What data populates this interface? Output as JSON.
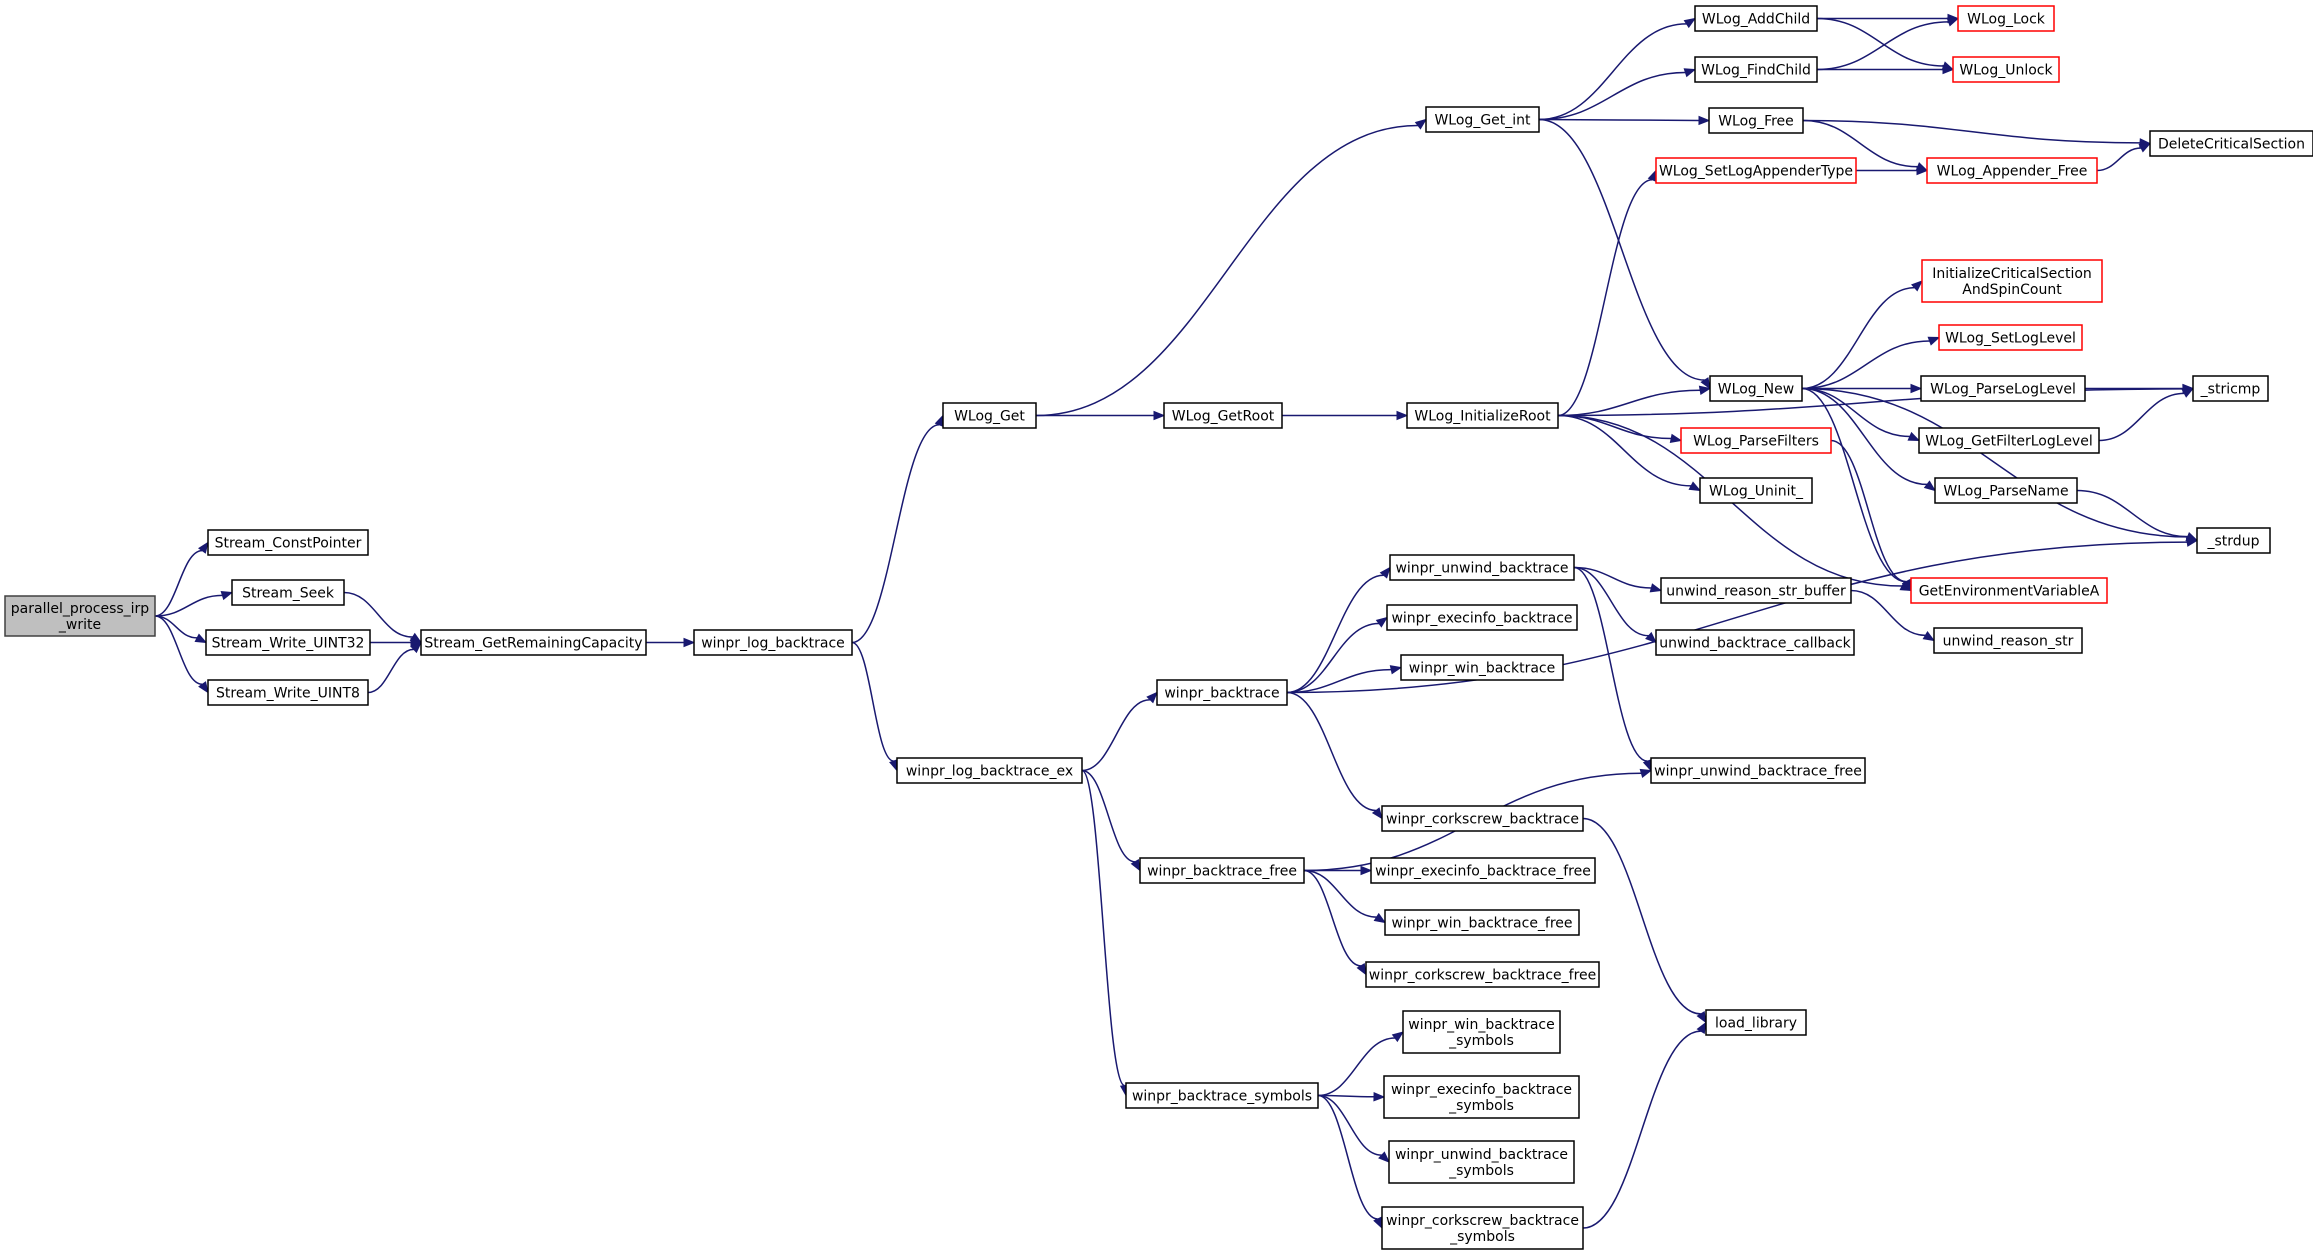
{
  "colors": {
    "edge": "#191970",
    "node_border": "#000000",
    "node_border_truncated": "#ff0000",
    "root_fill": "#bfbfbf",
    "background": "#ffffff"
  },
  "nodes": {
    "n_parallel": {
      "label": "parallel_process_irp\n_write",
      "root": true
    },
    "n_constptr": {
      "label": "Stream_ConstPointer"
    },
    "n_seek": {
      "label": "Stream_Seek"
    },
    "n_wuint32": {
      "label": "Stream_Write_UINT32"
    },
    "n_wuint8": {
      "label": "Stream_Write_UINT8"
    },
    "n_remcap": {
      "label": "Stream_GetRemainingCapacity"
    },
    "n_logbt": {
      "label": "winpr_log_backtrace"
    },
    "n_wlogget": {
      "label": "WLog_Get"
    },
    "n_logbtex": {
      "label": "winpr_log_backtrace_ex"
    },
    "n_getroot": {
      "label": "WLog_GetRoot"
    },
    "n_initroot": {
      "label": "WLog_InitializeRoot"
    },
    "n_getint": {
      "label": "WLog_Get_int"
    },
    "n_addchild": {
      "label": "WLog_AddChild"
    },
    "n_findchild": {
      "label": "WLog_FindChild"
    },
    "n_free": {
      "label": "WLog_Free"
    },
    "n_lock": {
      "label": "WLog_Lock",
      "truncated": true
    },
    "n_unlock": {
      "label": "WLog_Unlock",
      "truncated": true
    },
    "n_delcs": {
      "label": "DeleteCriticalSection"
    },
    "n_setappender": {
      "label": "WLog_SetLogAppenderType",
      "truncated": true
    },
    "n_appfree": {
      "label": "WLog_Appender_Free",
      "truncated": true
    },
    "n_initcs": {
      "label": "InitializeCriticalSection\nAndSpinCount",
      "truncated": true
    },
    "n_setlevel": {
      "label": "WLog_SetLogLevel",
      "truncated": true
    },
    "n_new": {
      "label": "WLog_New"
    },
    "n_parselevel": {
      "label": "WLog_ParseLogLevel"
    },
    "n_getfilter": {
      "label": "WLog_GetFilterLogLevel"
    },
    "n_parsefilters": {
      "label": "WLog_ParseFilters",
      "truncated": true
    },
    "n_parsename": {
      "label": "WLog_ParseName"
    },
    "n_uninit": {
      "label": "WLog_Uninit_"
    },
    "n_stricmp": {
      "label": "_stricmp"
    },
    "n_strdup": {
      "label": "_strdup"
    },
    "n_getenv": {
      "label": "GetEnvironmentVariableA",
      "truncated": true
    },
    "n_unwindbt": {
      "label": "winpr_unwind_backtrace"
    },
    "n_reasonbuf": {
      "label": "unwind_reason_str_buffer"
    },
    "n_reasonstr": {
      "label": "unwind_reason_str"
    },
    "n_btcallback": {
      "label": "unwind_backtrace_callback"
    },
    "n_execbt": {
      "label": "winpr_execinfo_backtrace"
    },
    "n_winbt": {
      "label": "winpr_win_backtrace"
    },
    "n_bt": {
      "label": "winpr_backtrace"
    },
    "n_unwindfree": {
      "label": "winpr_unwind_backtrace_free"
    },
    "n_corkbt": {
      "label": "winpr_corkscrew_backtrace"
    },
    "n_btfree": {
      "label": "winpr_backtrace_free"
    },
    "n_execfree": {
      "label": "winpr_execinfo_backtrace_free"
    },
    "n_winfree": {
      "label": "winpr_win_backtrace_free"
    },
    "n_corkfree": {
      "label": "winpr_corkscrew_backtrace_free"
    },
    "n_loadlib": {
      "label": "load_library"
    },
    "n_btsym": {
      "label": "winpr_backtrace_symbols"
    },
    "n_winsym": {
      "label": "winpr_win_backtrace\n_symbols"
    },
    "n_execsym": {
      "label": "winpr_execinfo_backtrace\n_symbols"
    },
    "n_unwindsym": {
      "label": "winpr_unwind_backtrace\n_symbols"
    },
    "n_corksym": {
      "label": "winpr_corkscrew_backtrace\n_symbols"
    }
  },
  "edges": [
    [
      "n_parallel",
      "n_constptr"
    ],
    [
      "n_parallel",
      "n_seek"
    ],
    [
      "n_parallel",
      "n_wuint32"
    ],
    [
      "n_parallel",
      "n_wuint8"
    ],
    [
      "n_seek",
      "n_remcap"
    ],
    [
      "n_wuint32",
      "n_remcap"
    ],
    [
      "n_wuint8",
      "n_remcap"
    ],
    [
      "n_remcap",
      "n_logbt"
    ],
    [
      "n_logbt",
      "n_wlogget"
    ],
    [
      "n_logbt",
      "n_logbtex"
    ],
    [
      "n_wlogget",
      "n_getroot"
    ],
    [
      "n_wlogget",
      "n_getint"
    ],
    [
      "n_getroot",
      "n_initroot"
    ],
    [
      "n_getint",
      "n_addchild"
    ],
    [
      "n_getint",
      "n_findchild"
    ],
    [
      "n_getint",
      "n_free"
    ],
    [
      "n_getint",
      "n_new"
    ],
    [
      "n_addchild",
      "n_lock"
    ],
    [
      "n_addchild",
      "n_unlock"
    ],
    [
      "n_findchild",
      "n_lock"
    ],
    [
      "n_findchild",
      "n_unlock"
    ],
    [
      "n_free",
      "n_delcs"
    ],
    [
      "n_free",
      "n_appfree"
    ],
    [
      "n_setappender",
      "n_appfree"
    ],
    [
      "n_appfree",
      "n_delcs"
    ],
    [
      "n_initroot",
      "n_setappender"
    ],
    [
      "n_initroot",
      "n_stricmp"
    ],
    [
      "n_initroot",
      "n_new"
    ],
    [
      "n_initroot",
      "n_parsefilters"
    ],
    [
      "n_initroot",
      "n_uninit"
    ],
    [
      "n_initroot",
      "n_getenv"
    ],
    [
      "n_new",
      "n_initcs"
    ],
    [
      "n_new",
      "n_setlevel"
    ],
    [
      "n_new",
      "n_parselevel"
    ],
    [
      "n_new",
      "n_getfilter"
    ],
    [
      "n_new",
      "n_parsename"
    ],
    [
      "n_new",
      "n_strdup"
    ],
    [
      "n_new",
      "n_getenv"
    ],
    [
      "n_parselevel",
      "n_stricmp"
    ],
    [
      "n_getfilter",
      "n_stricmp"
    ],
    [
      "n_parsename",
      "n_strdup"
    ],
    [
      "n_parsefilters",
      "n_getenv"
    ],
    [
      "n_logbtex",
      "n_bt"
    ],
    [
      "n_logbtex",
      "n_btfree"
    ],
    [
      "n_logbtex",
      "n_btsym"
    ],
    [
      "n_bt",
      "n_unwindbt"
    ],
    [
      "n_bt",
      "n_execbt"
    ],
    [
      "n_bt",
      "n_winbt"
    ],
    [
      "n_bt",
      "n_corkbt"
    ],
    [
      "n_bt",
      "n_strdup"
    ],
    [
      "n_unwindbt",
      "n_reasonbuf"
    ],
    [
      "n_unwindbt",
      "n_btcallback"
    ],
    [
      "n_unwindbt",
      "n_unwindfree"
    ],
    [
      "n_reasonbuf",
      "n_reasonstr"
    ],
    [
      "n_corkbt",
      "n_loadlib"
    ],
    [
      "n_btfree",
      "n_unwindfree"
    ],
    [
      "n_btfree",
      "n_execfree"
    ],
    [
      "n_btfree",
      "n_winfree"
    ],
    [
      "n_btfree",
      "n_corkfree"
    ],
    [
      "n_btsym",
      "n_winsym"
    ],
    [
      "n_btsym",
      "n_execsym"
    ],
    [
      "n_btsym",
      "n_unwindsym"
    ],
    [
      "n_btsym",
      "n_corksym"
    ],
    [
      "n_corksym",
      "n_loadlib"
    ]
  ]
}
